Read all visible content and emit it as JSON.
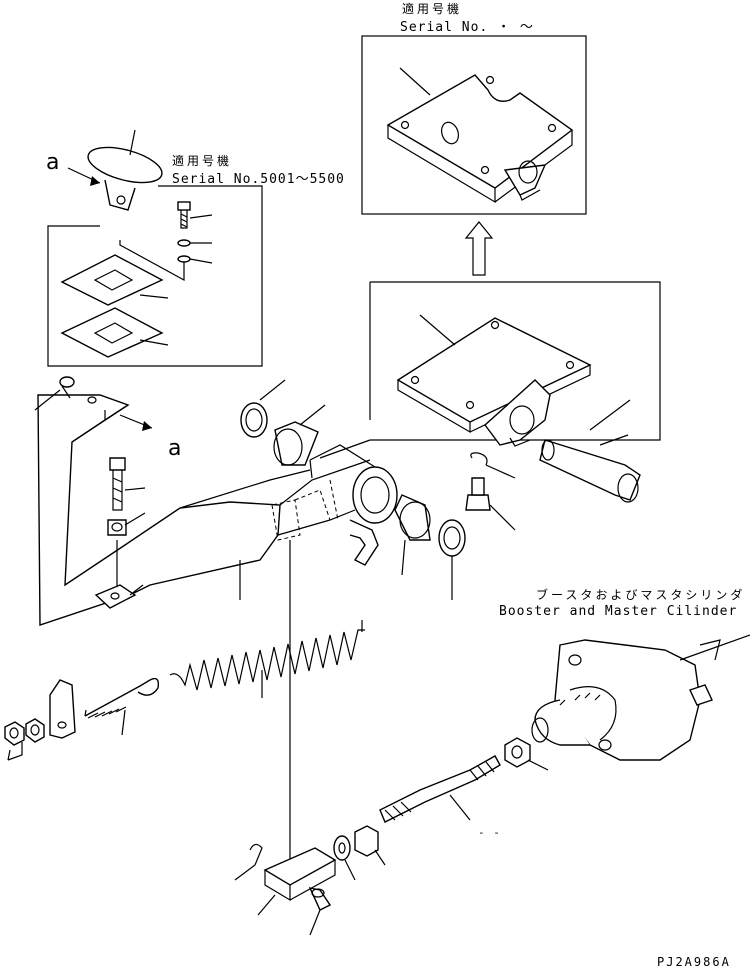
{
  "callouts": {
    "top_right": {
      "applicable_models": "適用号機",
      "serial": "Serial No.  ・ ～"
    },
    "upper_left": {
      "applicable_models": "適用号機",
      "serial": "Serial No.5001～5500"
    },
    "booster": {
      "label_jp": "ブースタおよびマスタシリンダ",
      "label_en": "Booster and Master Cilinder"
    }
  },
  "view_refs": {
    "ref_a_top": "a",
    "ref_a_mid": "a"
  },
  "drawing_code": "PJ2A986A",
  "misc": {
    "dash_label": "- -"
  }
}
